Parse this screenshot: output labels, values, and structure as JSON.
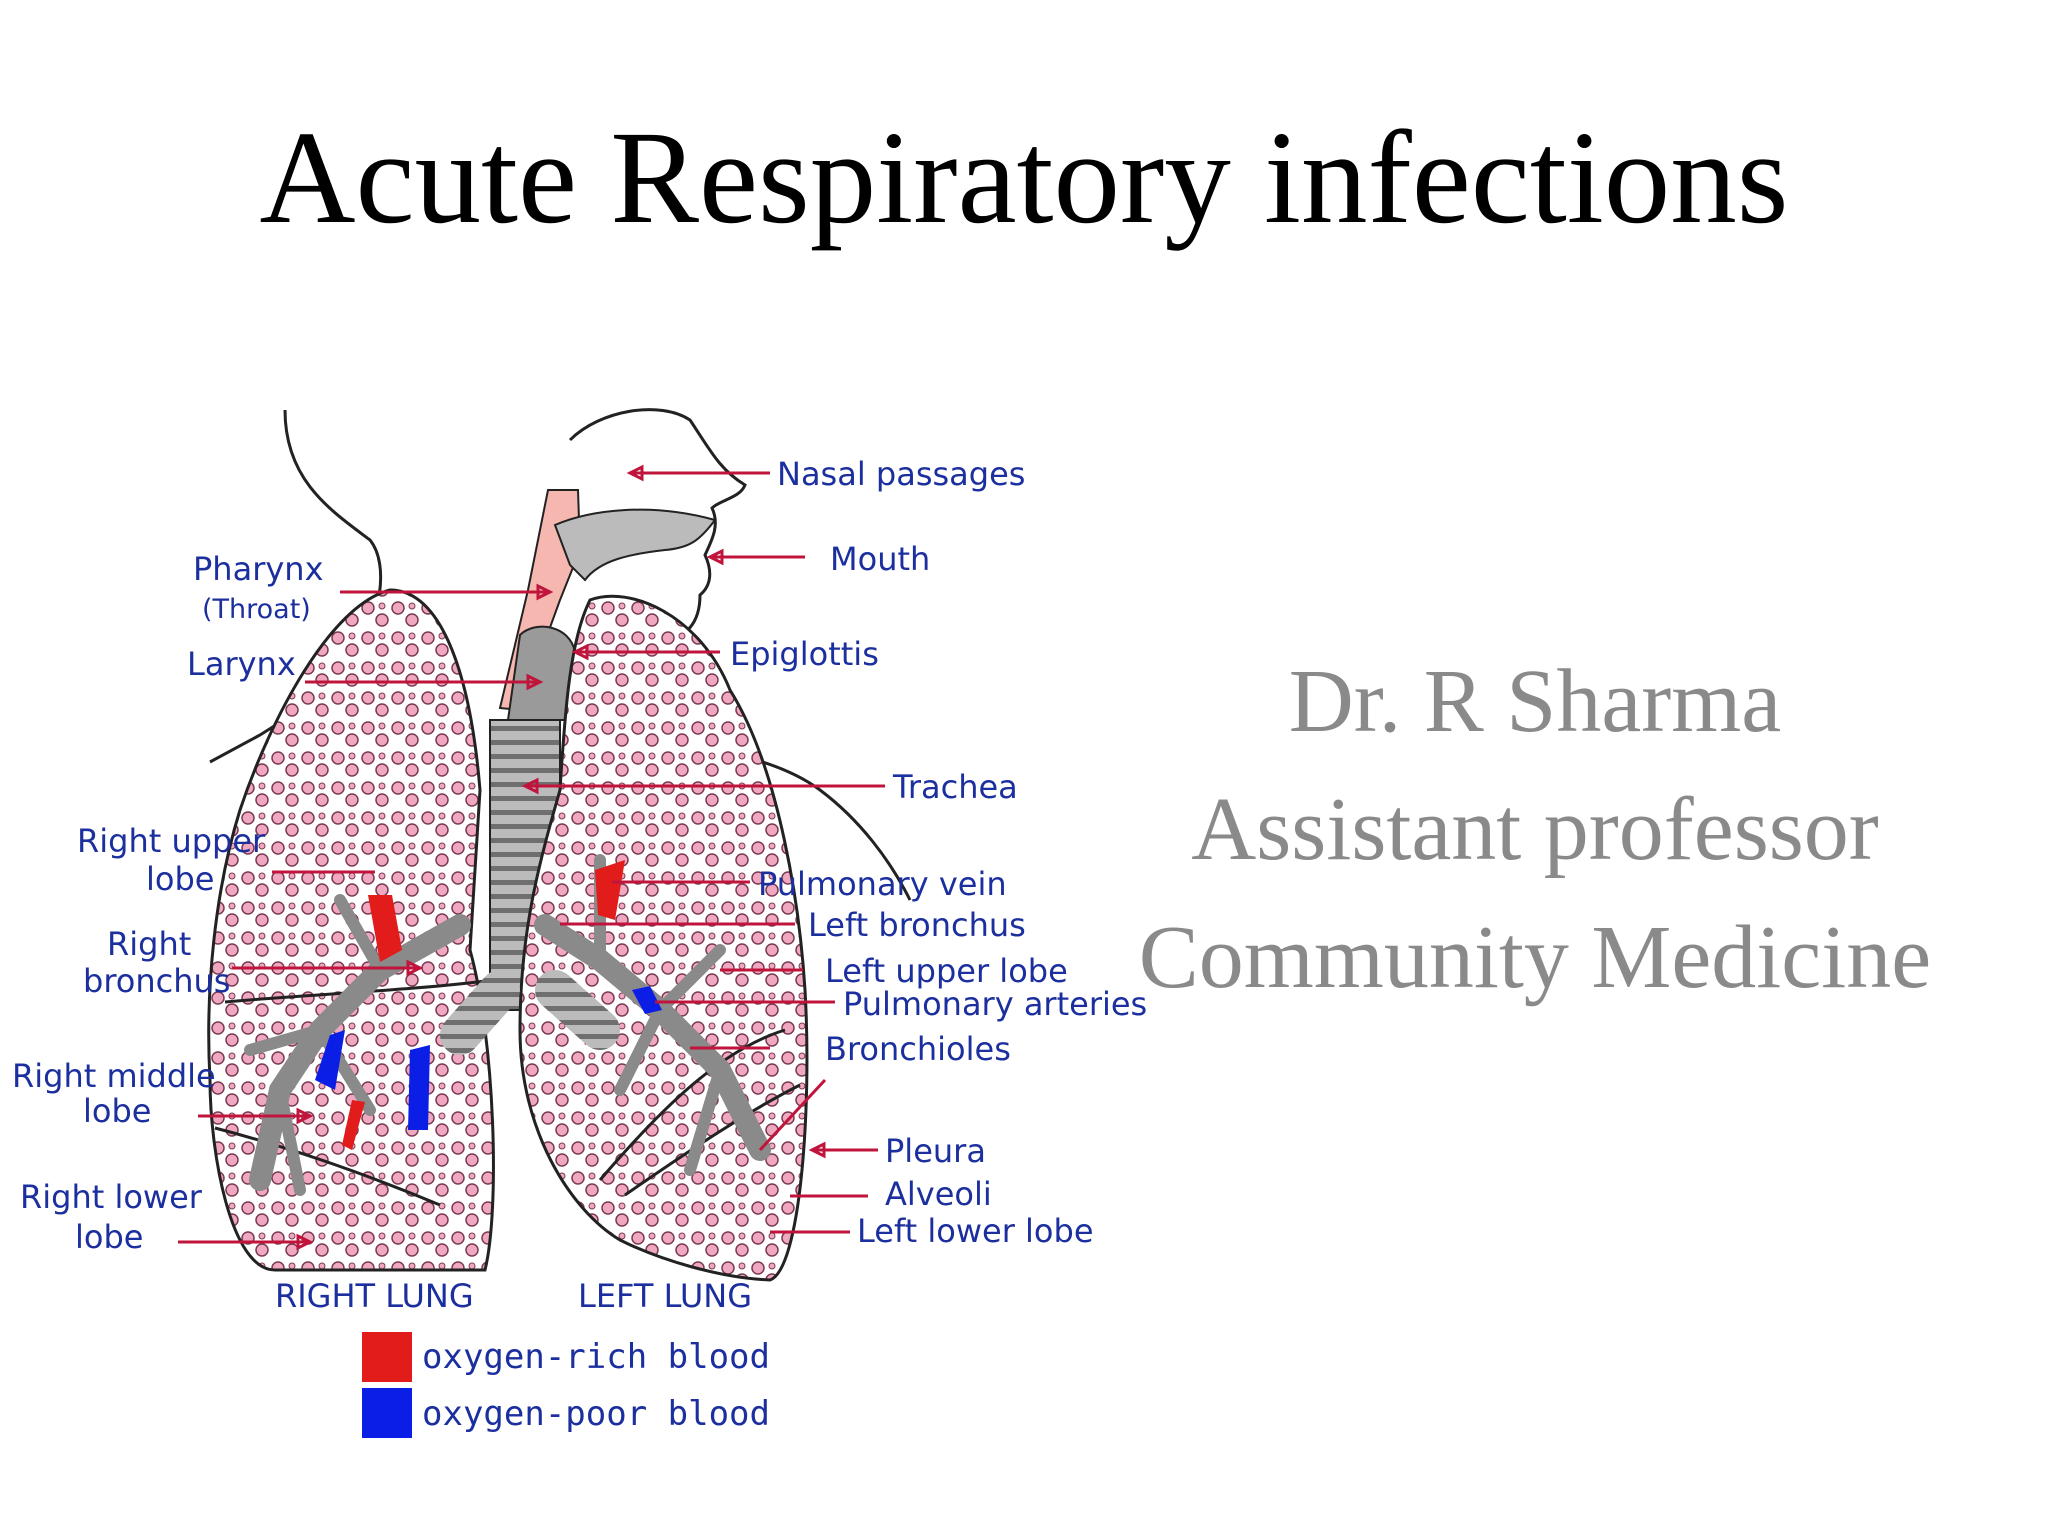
{
  "slide": {
    "title": "Acute Respiratory infections",
    "presenter": {
      "name": "Dr. R Sharma",
      "position": "Assistant professor",
      "department": "Community Medicine"
    }
  },
  "diagram": {
    "labels": {
      "nasal_passages": "Nasal passages",
      "mouth": "Mouth",
      "pharynx": "Pharynx",
      "throat": "(Throat)",
      "epiglottis": "Epiglottis",
      "larynx": "Larynx",
      "trachea": "Trachea",
      "right_upper_lobe_1": "Right upper",
      "right_upper_lobe_2": "lobe",
      "pulmonary_vein": "Pulmonary vein",
      "left_bronchus": "Left bronchus",
      "right_bronchus_1": "Right",
      "right_bronchus_2": "bronchus",
      "left_upper_lobe": "Left upper lobe",
      "pulmonary_arteries": "Pulmonary arteries",
      "bronchioles": "Bronchioles",
      "right_middle_lobe_1": "Right middle",
      "right_middle_lobe_2": "lobe",
      "pleura": "Pleura",
      "alveoli": "Alveoli",
      "right_lower_lobe_1": "Right lower",
      "right_lower_lobe_2": "lobe",
      "left_lower_lobe": "Left lower lobe",
      "right_lung": "RIGHT LUNG",
      "left_lung": "LEFT LUNG"
    },
    "legend": [
      {
        "label": "oxygen-rich blood",
        "color": "#e21b1b"
      },
      {
        "label": "oxygen-poor blood",
        "color": "#0a1ee6"
      }
    ],
    "colors": {
      "label_text": "#1c2f9e",
      "leader_line": "#c0143c",
      "pharynx_fill": "#f6b7b0",
      "alveoli_fill": "#f0a8c0"
    }
  }
}
